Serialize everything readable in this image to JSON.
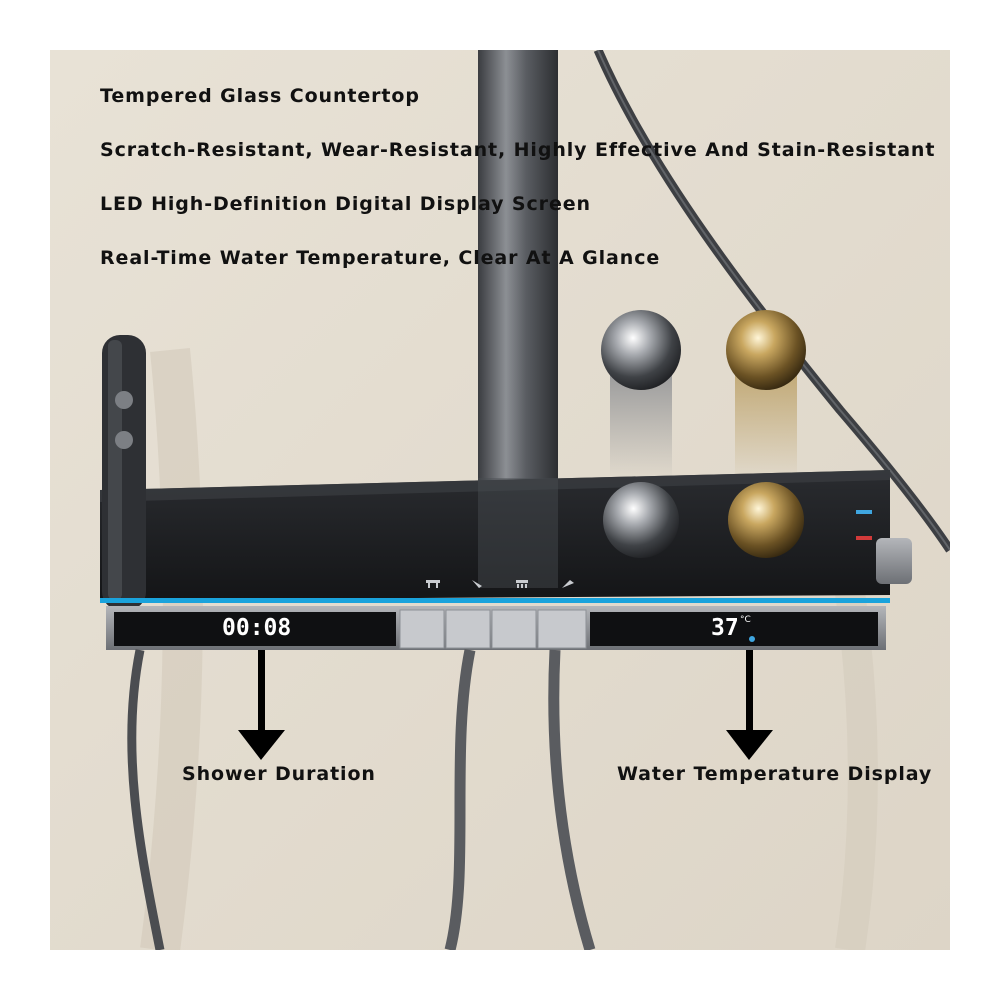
{
  "features": {
    "item_1": "Tempered Glass Countertop",
    "item_2": "Scratch-Resistant, Wear-Resistant, Highly Effective And Stain-Resistant",
    "item_3": "LED High-Definition Digital Display Screen",
    "item_4": "Real-Time Water Temperature, Clear At A Glance"
  },
  "displays": {
    "timer_value": "00:08",
    "temperature_value": "37",
    "temperature_unit": "°C"
  },
  "callouts": {
    "timer_label": "Shower Duration",
    "temperature_label": "Water Temperature Display"
  },
  "colors": {
    "wall": "#e6dfd3",
    "led_strip": "#1aa3dc",
    "glass_panel": "#1b1d20"
  }
}
